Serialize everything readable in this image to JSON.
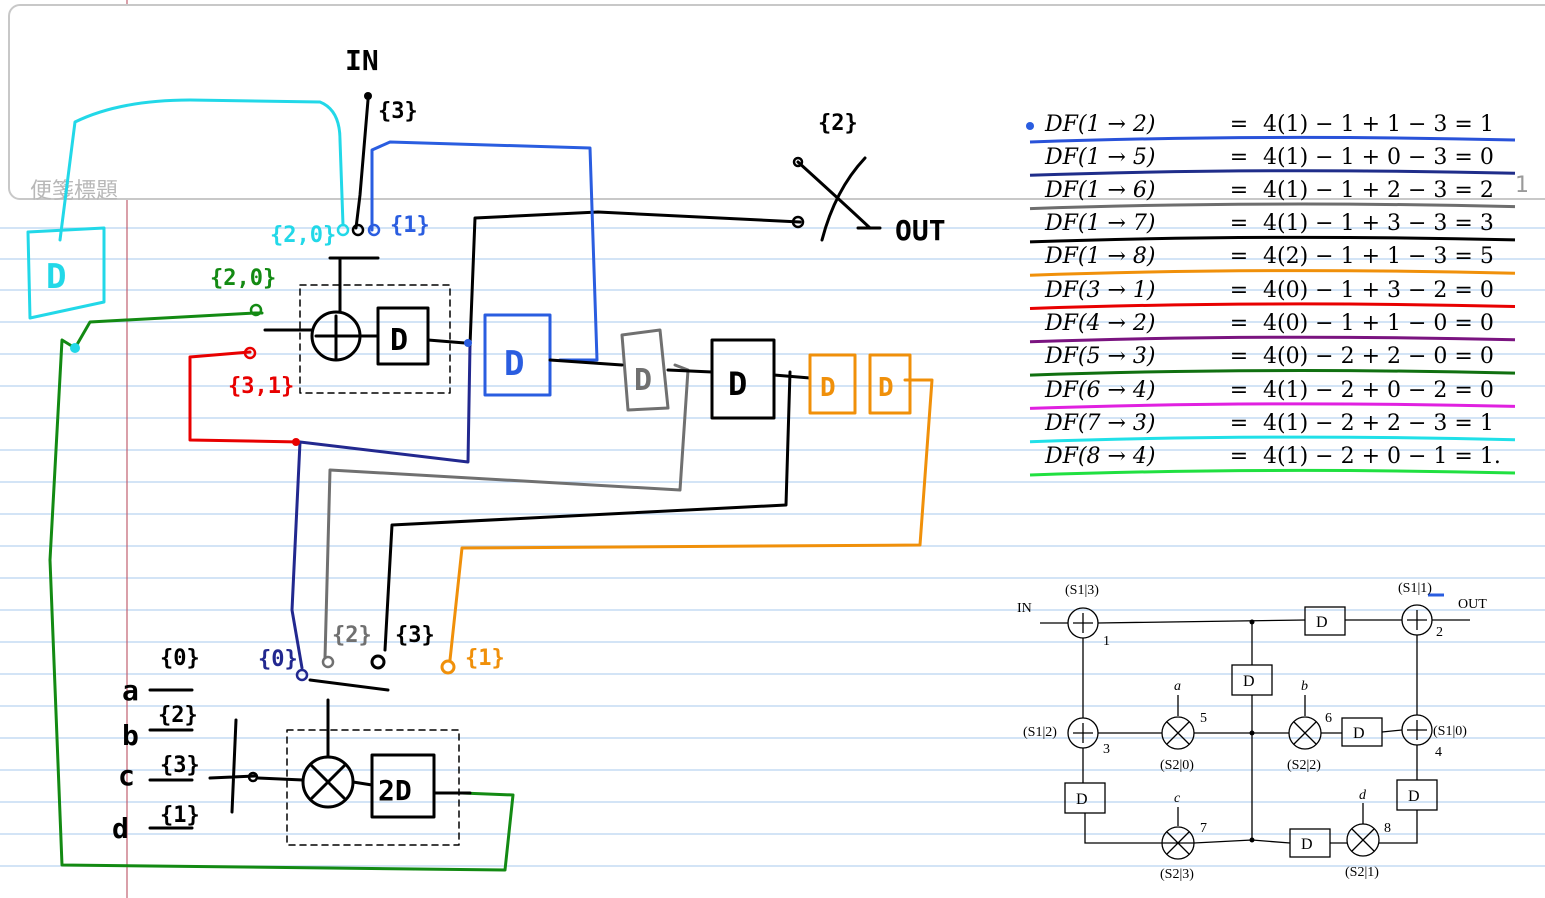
{
  "note": {
    "title_placeholder": "便箋標題",
    "page_number": "1"
  },
  "sketch": {
    "in_label": "IN",
    "out_label": "OUT",
    "in_tag": "{3}",
    "switch_tag": "{2}",
    "tag_2_0_cyan": "{2,0}",
    "tag_1_blue": "{1}",
    "tag_2_0_magenta": "{2,0}",
    "tag_3_1": "{3,1}",
    "tag_0_navy": "{0}",
    "tag_2_gray": "{2}",
    "tag_3_black": "{3}",
    "tag_1_orange": "{1}",
    "coeff_tag_0": "{0}",
    "coeff_tag_2": "{2}",
    "coeff_tag_3": "{3}",
    "coeff_tag_1": "{1}",
    "coeff_a": "a",
    "coeff_b": "b",
    "coeff_c": "c",
    "coeff_d": "d",
    "delay": "D",
    "delay_2": "2D",
    "adder": "+",
    "multiplier": "×"
  },
  "equations": [
    {
      "lhs": "DF(1 → 2)",
      "eq": "=",
      "rhs": "4(1) − 1 + 1 − 3 = 1",
      "underline_color": "#2952d9"
    },
    {
      "lhs": "DF(1 → 5)",
      "eq": "=",
      "rhs": "4(1) − 1 + 0 − 3 = 0",
      "underline_color": "#1f2d8a"
    },
    {
      "lhs": "DF(1 → 6)",
      "eq": "=",
      "rhs": "4(1) − 1 + 2 − 3 = 2",
      "underline_color": "#6e6e6e"
    },
    {
      "lhs": "DF(1 → 7)",
      "eq": "=",
      "rhs": "4(1) − 1 + 3 − 3 = 3",
      "underline_color": "#000000"
    },
    {
      "lhs": "DF(1 → 8)",
      "eq": "=",
      "rhs": "4(2) − 1 + 1 − 3 = 5",
      "underline_color": "#f0900a"
    },
    {
      "lhs": "DF(3 → 1)",
      "eq": "=",
      "rhs": "4(0) − 1 + 3 − 2 = 0",
      "underline_color": "#e80000"
    },
    {
      "lhs": "DF(4 → 2)",
      "eq": "=",
      "rhs": "4(0) − 1 + 1 − 0 = 0",
      "underline_color": "#7a1480"
    },
    {
      "lhs": "DF(5 → 3)",
      "eq": "=",
      "rhs": "4(0) − 2 + 2 − 0 = 0",
      "underline_color": "#107010"
    },
    {
      "lhs": "DF(6 → 4)",
      "eq": "=",
      "rhs": "4(1) − 2 + 0 − 2 = 0",
      "underline_color": "#e020e0"
    },
    {
      "lhs": "DF(7 → 3)",
      "eq": "=",
      "rhs": "4(1) − 2 + 2 − 3 = 1",
      "underline_color": "#20e0e8"
    },
    {
      "lhs": "DF(8 → 4)",
      "eq": "=",
      "rhs": "4(1) − 2 + 0 − 1 = 1.",
      "underline_color": "#20e040"
    }
  ],
  "figure": {
    "in_label": "IN",
    "out_label": "OUT",
    "node1_label": "(S1|3)",
    "node2_label": "(S1|1)",
    "node3_label": "(S1|2)",
    "node4_label": "(S1|0)",
    "node5_label": "(S2|0)",
    "node6_label": "(S2|2)",
    "node7_label": "(S2|3)",
    "node8_label": "(S2|1)",
    "n1": "1",
    "n2": "2",
    "n3": "3",
    "n4": "4",
    "n5": "5",
    "n6": "6",
    "n7": "7",
    "n8": "8",
    "coef_a": "a",
    "coef_b": "b",
    "coef_c": "c",
    "coef_d": "d",
    "delay": "D"
  }
}
